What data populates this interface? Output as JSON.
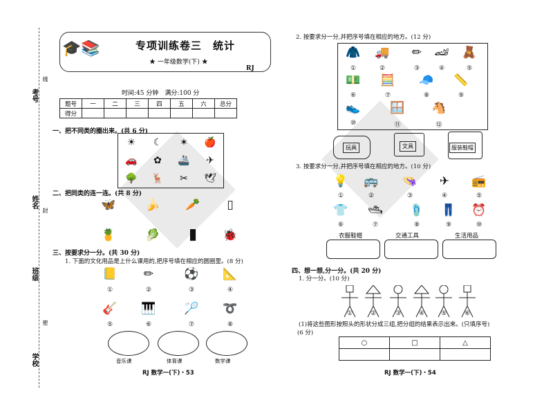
{
  "side": {
    "kaohao": "考号",
    "xingming": "姓名",
    "banji": "班级",
    "xuexiao": "学校",
    "xian": "线",
    "feng": "封",
    "mi": "密"
  },
  "header": {
    "title": "专项训练卷三　统计",
    "subtitle": "★ 一年级数学(下) ★",
    "badge": "RJ",
    "time": "时间:45 分钟　满分:100 分"
  },
  "score_table": {
    "headers": [
      "题号",
      "一",
      "二",
      "三",
      "四",
      "五",
      "六",
      "总分"
    ],
    "row2": "得分"
  },
  "left": {
    "s1": "一、把不同类的圈出来。(共 6 分)",
    "s2": "二、把同类的连一连。(共 8 分)",
    "s3": "三、按要求分一分。(共 30 分)",
    "q1": "1. 下面的文化用品是上什么课用的,把序号填在相应的圆圈里。(8 分)",
    "nums": [
      "①",
      "②",
      "③",
      "④",
      "⑤",
      "⑥",
      "⑦",
      "⑧"
    ],
    "circles": [
      "音乐课",
      "体育课",
      "数学课"
    ],
    "footer": "RJ 数学一(下)・53"
  },
  "right": {
    "q2": "2. 按要求分一分,并把序号填在相应的地方。(12 分)",
    "nums12": [
      "①",
      "②",
      "③",
      "④",
      "⑤",
      "⑥",
      "⑦",
      "⑧",
      "⑨",
      "⑩",
      "⑪",
      "⑫"
    ],
    "bags": [
      "玩具",
      "文具",
      "服装鞋帽"
    ],
    "q3": "3. 按要求分一分,并把序号填在相应的地方。(10 分)",
    "nums10": [
      "①",
      "②",
      "③",
      "④",
      "⑤",
      "⑥",
      "⑦",
      "⑧",
      "⑨",
      "⑩"
    ],
    "boxes": [
      "衣服鞋帽",
      "交通工具",
      "生活用品"
    ],
    "s4": "四、想一想,分一分。(共 20 分)",
    "q4_1": "1. 分一分。(10 分)",
    "sticks": [
      "①",
      "②",
      "③",
      "④",
      "⑤",
      "⑥"
    ],
    "q4_text1": "(1)将这些图形按照头的形状分成三组,把分组的结果表示出来。(只填序号)",
    "q4_text2": "(6 分)",
    "shapes": [
      "○",
      "□",
      "△"
    ],
    "footer": "RJ 数学一(下)・54"
  }
}
